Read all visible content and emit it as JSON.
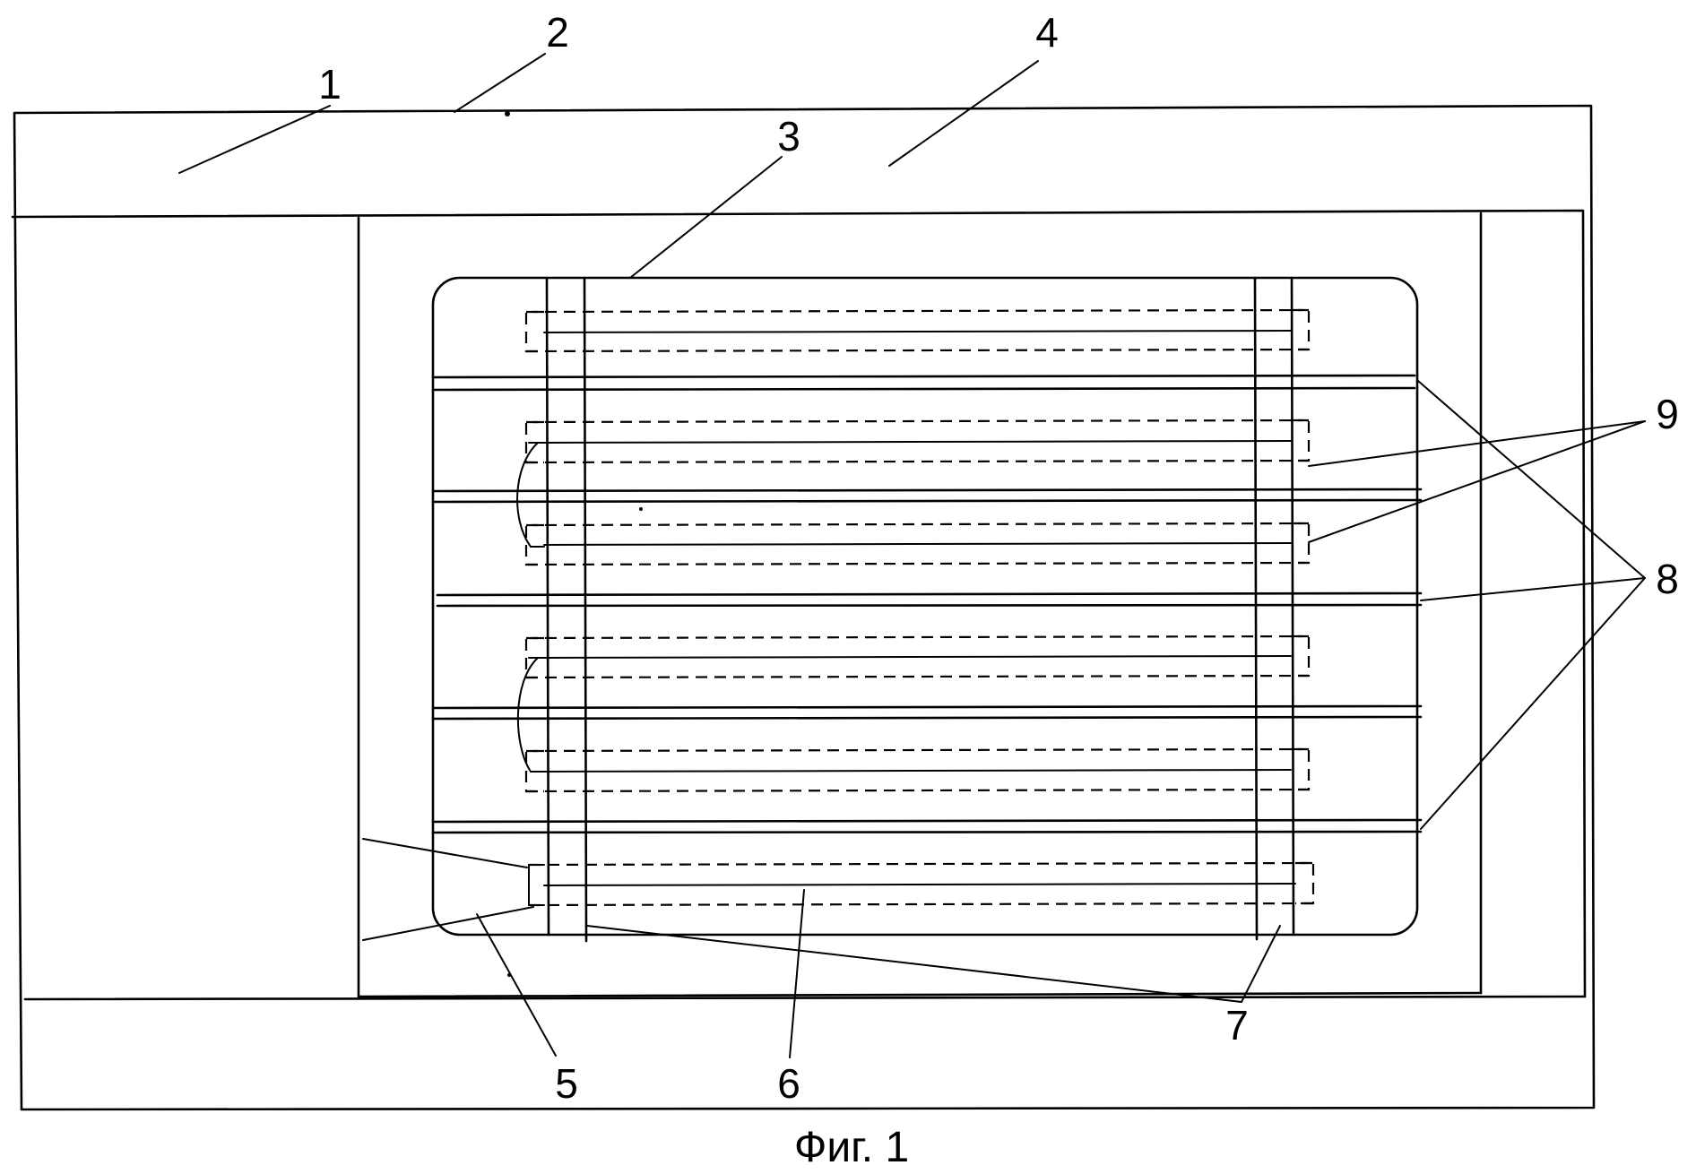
{
  "figure": {
    "caption": "Фиг. 1",
    "labels": {
      "l1": "1",
      "l2": "2",
      "l3": "3",
      "l4": "4",
      "l5": "5",
      "l6": "6",
      "l7": "7",
      "l8": "8",
      "l9": "9"
    }
  }
}
